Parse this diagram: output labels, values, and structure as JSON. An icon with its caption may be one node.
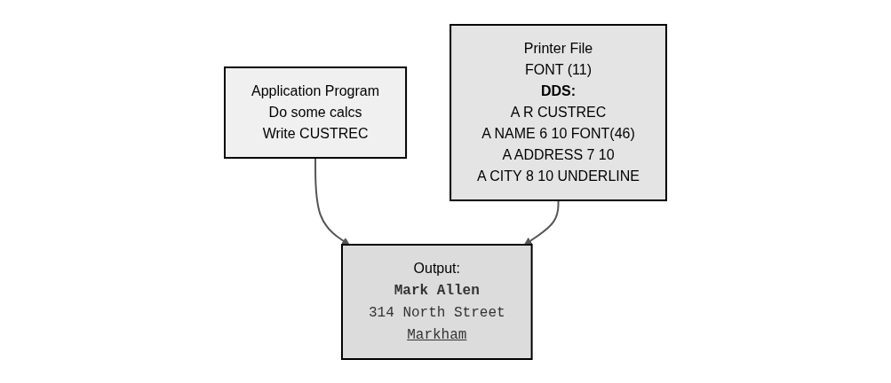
{
  "diagram": {
    "nodes": [
      {
        "text": [
          "Application Program",
          "Do some calcs",
          "Write CUSTREC"
        ]
      },
      {
        "text": [
          "Printer File",
          "FONT (11)",
          "DDS:",
          "A R CUSTREC",
          "A NAME 6 10 FONT(46)",
          "A ADDRESS 7 10",
          "A CITY 8 10 UNDERLINE"
        ]
      },
      {
        "text": [
          "Output:",
          "Mark Allen",
          "314 North Street",
          "Markham"
        ]
      }
    ],
    "edges": [
      {
        "from": 0,
        "to": 2,
        "arrow": "to"
      },
      {
        "from": 1,
        "to": 2,
        "arrow": "to"
      }
    ]
  }
}
